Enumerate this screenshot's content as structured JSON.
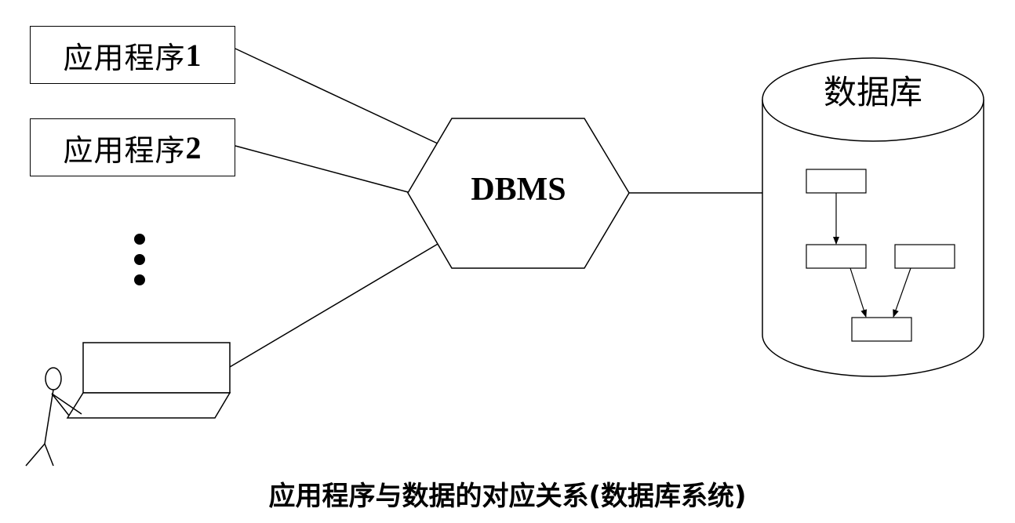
{
  "applications": [
    {
      "name": "应用程序",
      "number": "1"
    },
    {
      "name": "应用程序",
      "number": "2"
    }
  ],
  "dbms_label": "DBMS",
  "database_label": "数据库",
  "caption": "应用程序与数据的对应关系(数据库系统)",
  "line_color": "#000000"
}
